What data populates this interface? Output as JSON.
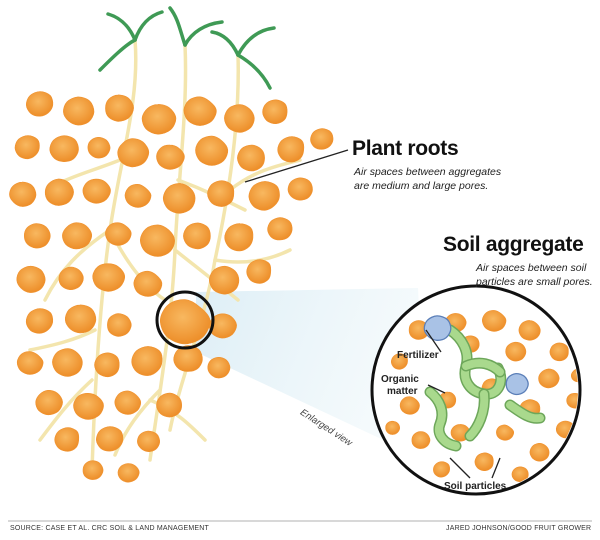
{
  "plant_roots": {
    "title": "Plant roots",
    "description_line1": "Air spaces between aggregates",
    "description_line2": "are medium and large pores."
  },
  "soil_aggregate": {
    "title": "Soil aggregate",
    "description_line1": "Air spaces between soil",
    "description_line2": "particles are small pores."
  },
  "callouts": {
    "fertilizer": "Fertilizer",
    "organic_matter_line1": "Organic",
    "organic_matter_line2": "matter",
    "soil_particles": "Soil particles",
    "enlarged_view": "Enlarged view"
  },
  "footer": {
    "source": "SOURCE: CASE ET AL. CRC SOIL & LAND MANAGEMENT",
    "credit": "JARED JOHNSON/GOOD FRUIT GROWER"
  },
  "colors": {
    "aggregate": "#f0922e",
    "aggregate_light": "#f7b35b",
    "root": "#f4e7b0",
    "sprout": "#3f9a55",
    "organic_matter": "#a9d98d",
    "fertilizer": "#a9c2e6"
  }
}
